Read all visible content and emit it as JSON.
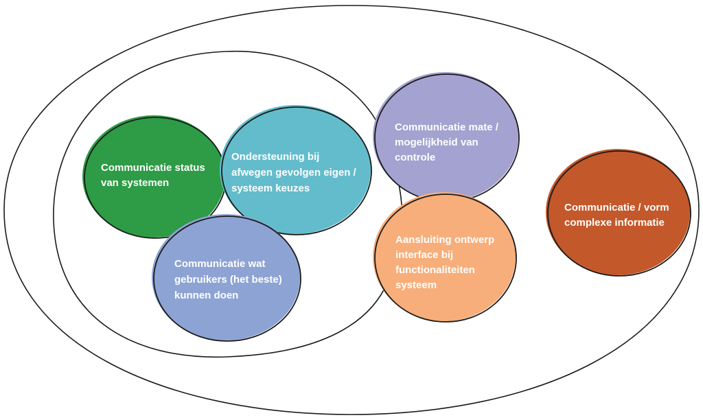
{
  "colors": {
    "outline": "#1a1a1a",
    "status": "#2e9b46",
    "ondersteuning": "#63bccb",
    "gebruikers": "#8da3d4",
    "controle": "#a3a2d0",
    "aansluiting": "#f7ae7a",
    "complexe": "#c3582a"
  },
  "bubbles": {
    "status": {
      "lines": [
        "Communicatie status",
        "van systemen"
      ]
    },
    "ondersteuning": {
      "lines": [
        "Ondersteuning bij",
        "afwegen gevolgen eigen /",
        "systeem keuzes"
      ]
    },
    "gebruikers": {
      "lines": [
        "Communicatie wat",
        "gebruikers (het beste)",
        "kunnen doen"
      ]
    },
    "controle": {
      "lines": [
        "Communicatie mate /",
        "mogelijkheid van",
        "controle"
      ]
    },
    "aansluiting": {
      "lines": [
        "Aansluiting ontwerp",
        "interface bij",
        "functionaliteiten",
        "systeem"
      ]
    },
    "complexe": {
      "lines": [
        "Communicatie / vorm",
        "complexe informatie"
      ]
    }
  }
}
